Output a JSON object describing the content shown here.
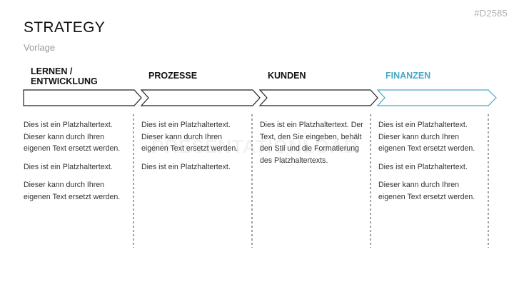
{
  "slide_id": "#D2585",
  "title": "STRATEGY",
  "subtitle": "Vorlage",
  "watermark": "PRESENTATIONLOAD",
  "accent_color": "#4aa8c4",
  "phases": [
    {
      "label": "LERNEN /\nENTWICKLUNG",
      "paragraphs": [
        "Dies ist ein Platzhaltertext. Dieser kann durch Ihren eigenen Text ersetzt werden.",
        "Dies ist ein Platzhaltertext.",
        "Dieser kann durch Ihren eigenen Text ersetzt werden."
      ]
    },
    {
      "label": "PROZESSE",
      "paragraphs": [
        "Dies ist ein Platzhaltertext. Dieser kann durch Ihren eigenen Text ersetzt werden.",
        "Dies ist ein Platzhaltertext."
      ]
    },
    {
      "label": "KUNDEN",
      "paragraphs": [
        "Dies ist ein Platzhaltertext. Der Text, den Sie eingeben, behält den Stil und die Formatierung des Platzhaltertexts."
      ]
    },
    {
      "label": "FINANZEN",
      "paragraphs": [
        "Dies ist ein Platzhaltertext. Dieser kann durch Ihren eigenen Text ersetzt werden.",
        "Dies ist ein Platzhaltertext.",
        "Dieser kann durch Ihren eigenen Text ersetzt werden."
      ]
    }
  ]
}
